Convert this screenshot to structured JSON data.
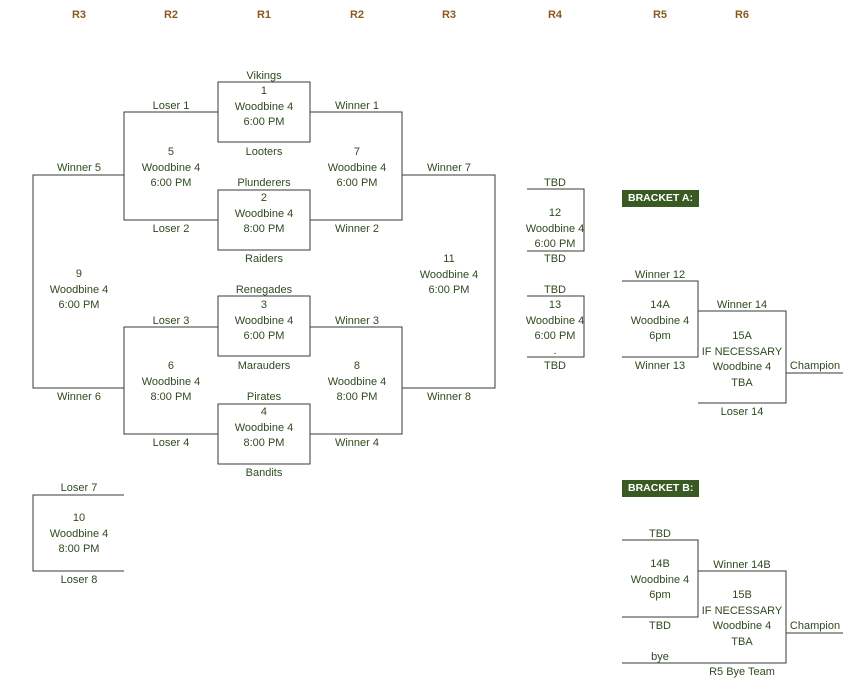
{
  "headers": [
    "R3",
    "R2",
    "R1",
    "R2",
    "R3",
    "R4",
    "R5",
    "R6"
  ],
  "games": {
    "g1": {
      "num": "1",
      "venue": "Woodbine 4",
      "time": "6:00 PM"
    },
    "g2": {
      "num": "2",
      "venue": "Woodbine 4",
      "time": "8:00 PM"
    },
    "g3": {
      "num": "3",
      "venue": "Woodbine 4",
      "time": "6:00 PM"
    },
    "g4": {
      "num": "4",
      "venue": "Woodbine 4",
      "time": "8:00 PM"
    },
    "g5": {
      "num": "5",
      "venue": "Woodbine 4",
      "time": "6:00 PM"
    },
    "g6": {
      "num": "6",
      "venue": "Woodbine 4",
      "time": "8:00 PM"
    },
    "g7": {
      "num": "7",
      "venue": "Woodbine 4",
      "time": "6:00 PM"
    },
    "g8": {
      "num": "8",
      "venue": "Woodbine 4",
      "time": "8:00 PM"
    },
    "g9": {
      "num": "9",
      "venue": "Woodbine 4",
      "time": "6:00 PM"
    },
    "g10": {
      "num": "10",
      "venue": "Woodbine 4",
      "time": "8:00 PM"
    },
    "g11": {
      "num": "11",
      "venue": "Woodbine 4",
      "time": "6:00 PM"
    },
    "g12": {
      "num": "12",
      "venue": "Woodbine 4",
      "time": "6:00 PM"
    },
    "g13": {
      "num": "13",
      "venue": "Woodbine 4",
      "time": "6:00 PM",
      "extra": "."
    },
    "g14a": {
      "num": "14A",
      "venue": "Woodbine 4",
      "time": "6pm"
    },
    "g15a": {
      "num": "15A",
      "note": "IF NECESSARY",
      "venue": "Woodbine 4",
      "time": "TBA"
    },
    "g14b": {
      "num": "14B",
      "venue": "Woodbine 4",
      "time": "6pm"
    },
    "g15b": {
      "num": "15B",
      "note": "IF NECESSARY",
      "venue": "Woodbine 4",
      "time": "TBA"
    }
  },
  "teams": {
    "vikings": "Vikings",
    "looters": "Looters",
    "plunderers": "Plunderers",
    "raiders": "Raiders",
    "renegades": "Renegades",
    "marauders": "Marauders",
    "pirates": "Pirates",
    "bandits": "Bandits"
  },
  "slots": {
    "loser1": "Loser 1",
    "loser2": "Loser 2",
    "loser3": "Loser 3",
    "loser4": "Loser 4",
    "winner1": "Winner 1",
    "winner2": "Winner 2",
    "winner3": "Winner 3",
    "winner4": "Winner 4",
    "winner5": "Winner 5",
    "winner6": "Winner 6",
    "winner7": "Winner 7",
    "winner8": "Winner 8",
    "loser7": "Loser 7",
    "loser8": "Loser 8",
    "tbd12a": "TBD",
    "tbd12b": "TBD",
    "tbd13a": "TBD",
    "tbd13b": "TBD",
    "winner12": "Winner 12",
    "winner13": "Winner 13",
    "winner14": "Winner 14",
    "loser14": "Loser 14",
    "champA": "Champion",
    "tbd14b_a": "TBD",
    "tbd14b_b": "TBD",
    "bye": "bye",
    "winner14b": "Winner 14B",
    "r5bye": "R5 Bye Team",
    "champB": "Champion"
  },
  "brackets": {
    "a": "BRACKET A:",
    "b": "BRACKET B:"
  },
  "colors": {
    "line": "#3a3a3a",
    "text": "#2e4a1f",
    "header": "#8a5a1e",
    "label_bg": "#3a5a24"
  }
}
